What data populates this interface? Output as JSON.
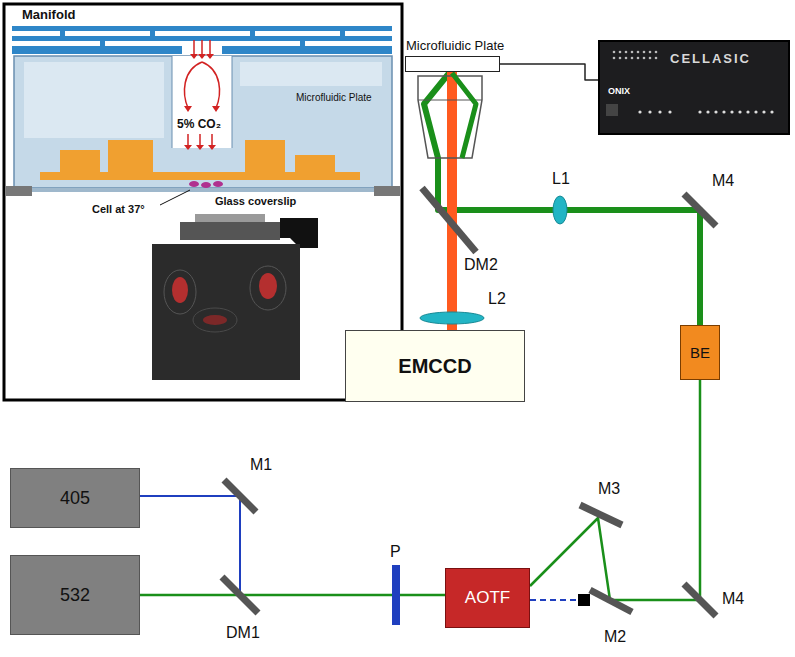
{
  "diagram": {
    "nodes": [
      {
        "text": [
          "Microfluidic Plate"
        ]
      },
      {
        "text": [
          "CELLASIC",
          "ONIX"
        ]
      },
      {
        "text": [
          "EMCCD"
        ]
      },
      {
        "text": [
          "BE"
        ]
      },
      {
        "text": [
          "405"
        ]
      },
      {
        "text": [
          "532"
        ]
      },
      {
        "text": [
          "AOTF"
        ]
      }
    ],
    "edges": [
      {
        "from": 4,
        "to": 6,
        "arrow": "none"
      },
      {
        "from": 5,
        "to": 6,
        "arrow": "none"
      },
      {
        "from": 6,
        "to": 3,
        "arrow": "none"
      },
      {
        "from": 3,
        "to": 0,
        "arrow": "none"
      },
      {
        "from": 0,
        "to": 2,
        "arrow": "none"
      },
      {
        "from": 0,
        "to": 1,
        "arrow": "none"
      }
    ],
    "labels": [
      "Manifold",
      "5% CO₂",
      "Microfluidic Plate",
      "Glass coverslip",
      "Cell at 37°",
      "L1",
      "M4",
      "DM2",
      "L2",
      "M1",
      "P",
      "DM1",
      "M3",
      "M4",
      "M2"
    ]
  }
}
